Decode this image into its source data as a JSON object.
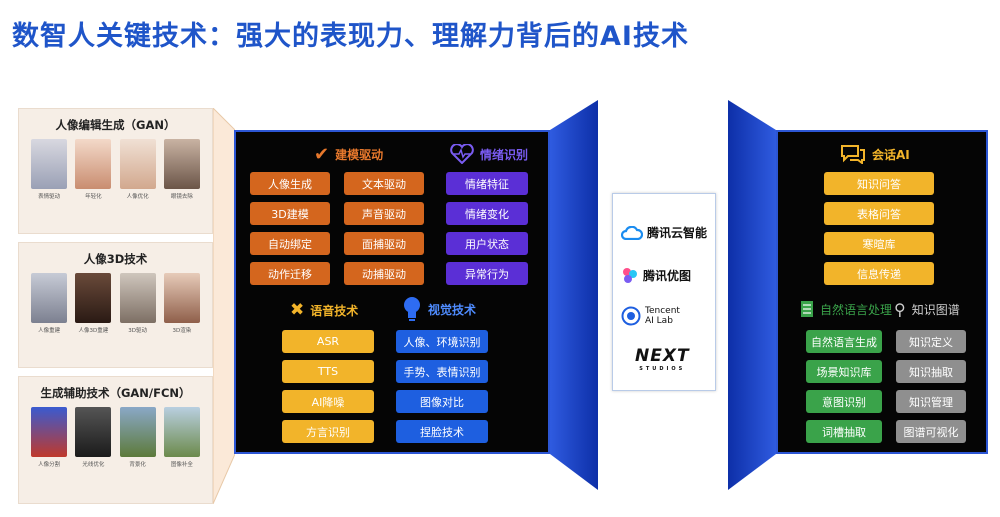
{
  "title": "数智人关键技术：强大的表现力、理解力背后的AI技术",
  "left": {
    "gan": {
      "title": "人像编辑生成（GAN）",
      "captions": [
        "表情驱动",
        "年轻化",
        "人像优化",
        "眼镜去除"
      ]
    },
    "face3d": {
      "title": "人像3D技术",
      "captions": [
        "人像重建",
        "人像3D重建",
        "3D驱动",
        "3D渲染"
      ]
    },
    "assist": {
      "title": "生成辅助技术（GAN/FCN）",
      "captions": [
        "人像分割",
        "光线优化",
        "背景化",
        "图像补全"
      ]
    }
  },
  "center": {
    "modeling": {
      "title": "建模驱动",
      "col1": [
        "人像生成",
        "3D建模",
        "自动绑定",
        "动作迁移"
      ],
      "col2": [
        "文本驱动",
        "声音驱动",
        "面捕驱动",
        "动捕驱动"
      ]
    },
    "emotion": {
      "title": "情绪识别",
      "items": [
        "情绪特征",
        "情绪变化",
        "用户状态",
        "异常行为"
      ]
    },
    "speech": {
      "title": "语音技术",
      "items": [
        "ASR",
        "TTS",
        "AI降噪",
        "方言识别"
      ]
    },
    "vision": {
      "title": "视觉技术",
      "items": [
        "人像、环境识别",
        "手势、表情识别",
        "图像对比",
        "捏脸技术"
      ]
    }
  },
  "logos": {
    "l1": "腾讯云智能",
    "l2": "腾讯优图",
    "l3a": "Tencent",
    "l3b": "AI Lab",
    "l4": "NEXT",
    "l4b": "STUDIOS"
  },
  "right": {
    "chat": {
      "title": "会话AI",
      "items": [
        "知识问答",
        "表格问答",
        "寒暄库",
        "信息传递"
      ]
    },
    "nlp": {
      "title": "自然语言处理",
      "items": [
        "自然语言生成",
        "场景知识库",
        "意图识别",
        "词槽抽取"
      ]
    },
    "kg": {
      "title": "知识图谱",
      "items": [
        "知识定义",
        "知识抽取",
        "知识管理",
        "图谱可视化"
      ]
    }
  },
  "colors": {
    "title": "#1f55c9",
    "orange": "#d4661e",
    "purple": "#5b2fd6",
    "yellow": "#f2b42a",
    "blue": "#1e5fe0",
    "green": "#3aa34a",
    "gray": "#8f8f8f"
  }
}
